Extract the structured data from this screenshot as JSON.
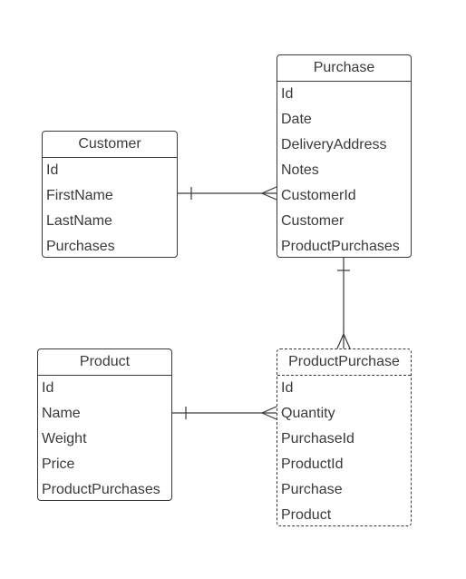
{
  "entities": {
    "customer": {
      "title": "Customer",
      "fields": [
        "Id",
        "FirstName",
        "LastName",
        "Purchases"
      ]
    },
    "purchase": {
      "title": "Purchase",
      "fields": [
        "Id",
        "Date",
        "DeliveryAddress",
        "Notes",
        "CustomerId",
        "Customer",
        "ProductPurchases"
      ]
    },
    "product": {
      "title": "Product",
      "fields": [
        "Id",
        "Name",
        "Weight",
        "Price",
        "ProductPurchases"
      ]
    },
    "product_purchase": {
      "title": "ProductPurchase",
      "fields": [
        "Id",
        "Quantity",
        "PurchaseId",
        "ProductId",
        "Purchase",
        "Product"
      ]
    }
  },
  "relationships": [
    {
      "from": "customer",
      "to": "purchase",
      "from_cardinality": "one",
      "to_cardinality": "many"
    },
    {
      "from": "purchase",
      "to": "product_purchase",
      "from_cardinality": "one",
      "to_cardinality": "many"
    },
    {
      "from": "product",
      "to": "product_purchase",
      "from_cardinality": "one",
      "to_cardinality": "many"
    }
  ]
}
